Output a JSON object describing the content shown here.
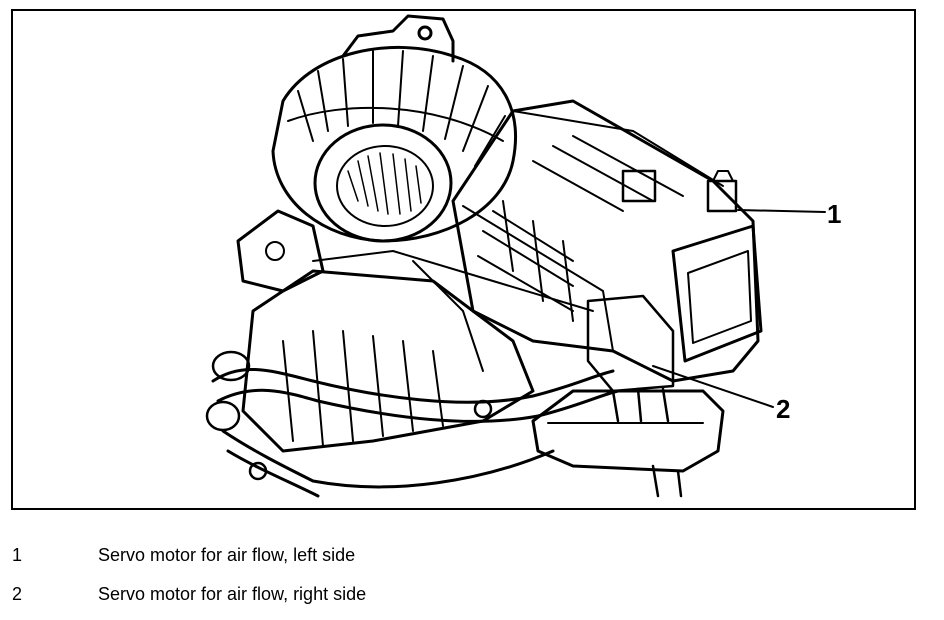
{
  "callouts": [
    {
      "number": "1"
    },
    {
      "number": "2"
    }
  ],
  "legend": [
    {
      "number": "1",
      "text": "Servo motor for air flow, left side"
    },
    {
      "number": "2",
      "text": "Servo motor for air flow, right side"
    }
  ],
  "colors": {
    "ink": "#000000",
    "paper": "#ffffff"
  }
}
